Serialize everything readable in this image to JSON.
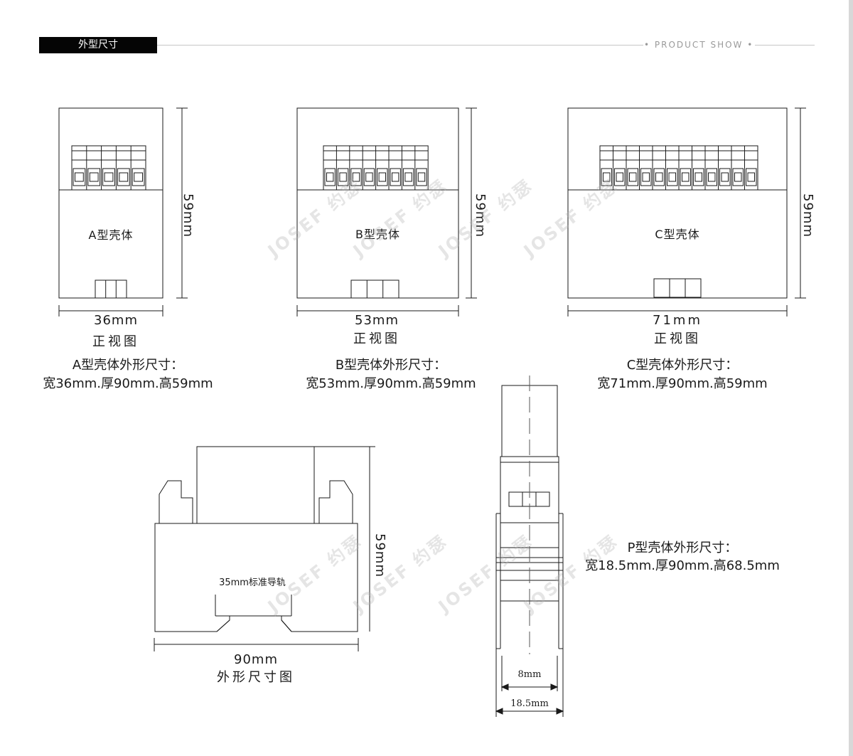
{
  "header": {
    "title": "外型尺寸",
    "tag": "• PRODUCT SHOW •"
  },
  "front_views": [
    {
      "name": "A",
      "inner_label": "A型壳体",
      "width_label": "36mm",
      "height_label": "59mm",
      "view_label": "正视图",
      "spec_title": "A型壳体外形尺寸：",
      "spec_dims": "宽36mm.厚90mm.高59mm",
      "terminals": 5
    },
    {
      "name": "B",
      "inner_label": "B型壳体",
      "width_label": "53mm",
      "height_label": "59mm",
      "view_label": "正视图",
      "spec_title": "B型壳体外形尺寸：",
      "spec_dims": "宽53mm.厚90mm.高59mm",
      "terminals": 8
    },
    {
      "name": "C",
      "inner_label": "C型壳体",
      "width_label": "71mm",
      "height_label": "59mm",
      "view_label": "正视图",
      "spec_title": "C型壳体外形尺寸：",
      "spec_dims": "宽71mm.厚90mm.高59mm",
      "terminals": 12
    }
  ],
  "side_view": {
    "rail_label": "35mm标准导轨",
    "width_label": "90mm",
    "height_label": "59mm",
    "view_label": "外形尺寸图"
  },
  "p_view": {
    "inner_width_label": "8mm",
    "outer_width_label": "18.5mm",
    "spec_title": "P型壳体外形尺寸：",
    "spec_dims": "宽18.5mm.厚90mm.高68.5mm"
  },
  "watermark": "JOSEF约瑟"
}
